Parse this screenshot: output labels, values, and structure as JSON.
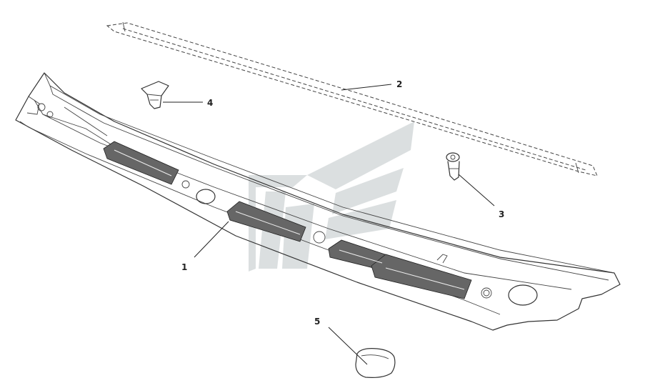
{
  "diagram": {
    "callouts": [
      {
        "id": "1",
        "label": "1"
      },
      {
        "id": "2",
        "label": "2"
      },
      {
        "id": "3",
        "label": "3"
      },
      {
        "id": "4",
        "label": "4"
      },
      {
        "id": "5",
        "label": "5"
      }
    ],
    "parts": [
      {
        "callout": "1",
        "kind": "cowl-top-grille-panel"
      },
      {
        "callout": "2",
        "kind": "weatherstrip-seal"
      },
      {
        "callout": "3",
        "kind": "push-clip"
      },
      {
        "callout": "4",
        "kind": "retainer-clip"
      },
      {
        "callout": "5",
        "kind": "plug-cap"
      }
    ],
    "colors": {
      "line": "#333333",
      "watermark": "#cfd4d6"
    }
  }
}
